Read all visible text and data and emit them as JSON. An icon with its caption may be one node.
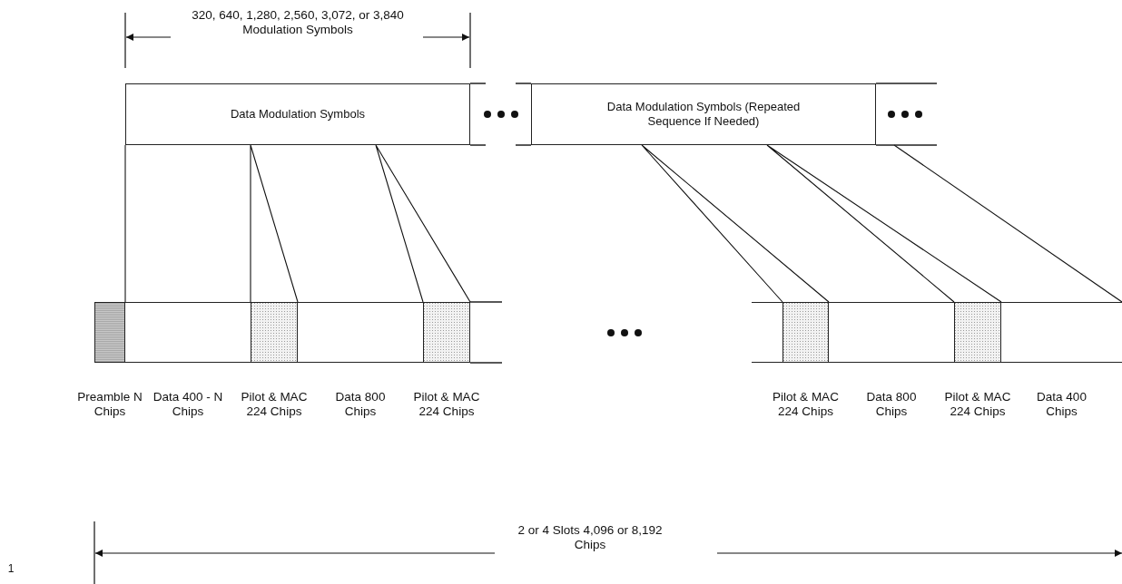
{
  "diagram": {
    "nodes": [
      {
        "text": [
          "Data Modulation Symbols"
        ]
      },
      {
        "text": [
          "Data Modulation Symbols (Repeated Sequence If Needed)"
        ]
      },
      {
        "text": [],
        "shape": "box",
        "beside": [
          "Preamble N Chips"
        ]
      },
      {
        "text": [],
        "shape": "box",
        "beside": [
          "Data 400 - N Chips"
        ]
      },
      {
        "text": [],
        "shape": "box",
        "beside": [
          "Pilot & MAC 224 Chips"
        ]
      },
      {
        "text": [],
        "shape": "box",
        "beside": [
          "Data 800 Chips"
        ]
      },
      {
        "text": [],
        "shape": "box",
        "beside": [
          "Pilot & MAC 224 Chips"
        ]
      },
      {
        "text": [],
        "shape": "box"
      },
      {
        "text": [],
        "shape": "box",
        "beside": [
          "Pilot & MAC 224 Chips"
        ]
      },
      {
        "text": [],
        "shape": "box",
        "beside": [
          "Data 800 Chips"
        ]
      },
      {
        "text": [],
        "shape": "box",
        "beside": [
          "Pilot & MAC 224 Chips"
        ]
      },
      {
        "text": [],
        "shape": "box",
        "beside": [
          "Data 400 Chips"
        ]
      }
    ],
    "edges": [
      {
        "from": 0,
        "to": 3,
        "arrow": "none"
      },
      {
        "from": 0,
        "to": 4,
        "arrow": "none"
      },
      {
        "from": 0,
        "to": 6,
        "arrow": "none"
      },
      {
        "from": 1,
        "to": 8,
        "arrow": "none"
      },
      {
        "from": 1,
        "to": 10,
        "arrow": "none"
      },
      {
        "from": 1,
        "to": 11,
        "arrow": "none"
      }
    ],
    "labels": [
      "320, 640, 1,280, 2,560, 3,072, or 3,840 Modulation Symbols",
      "2 or 4 Slots 4,096 or 8,192 Chips",
      "1"
    ]
  }
}
